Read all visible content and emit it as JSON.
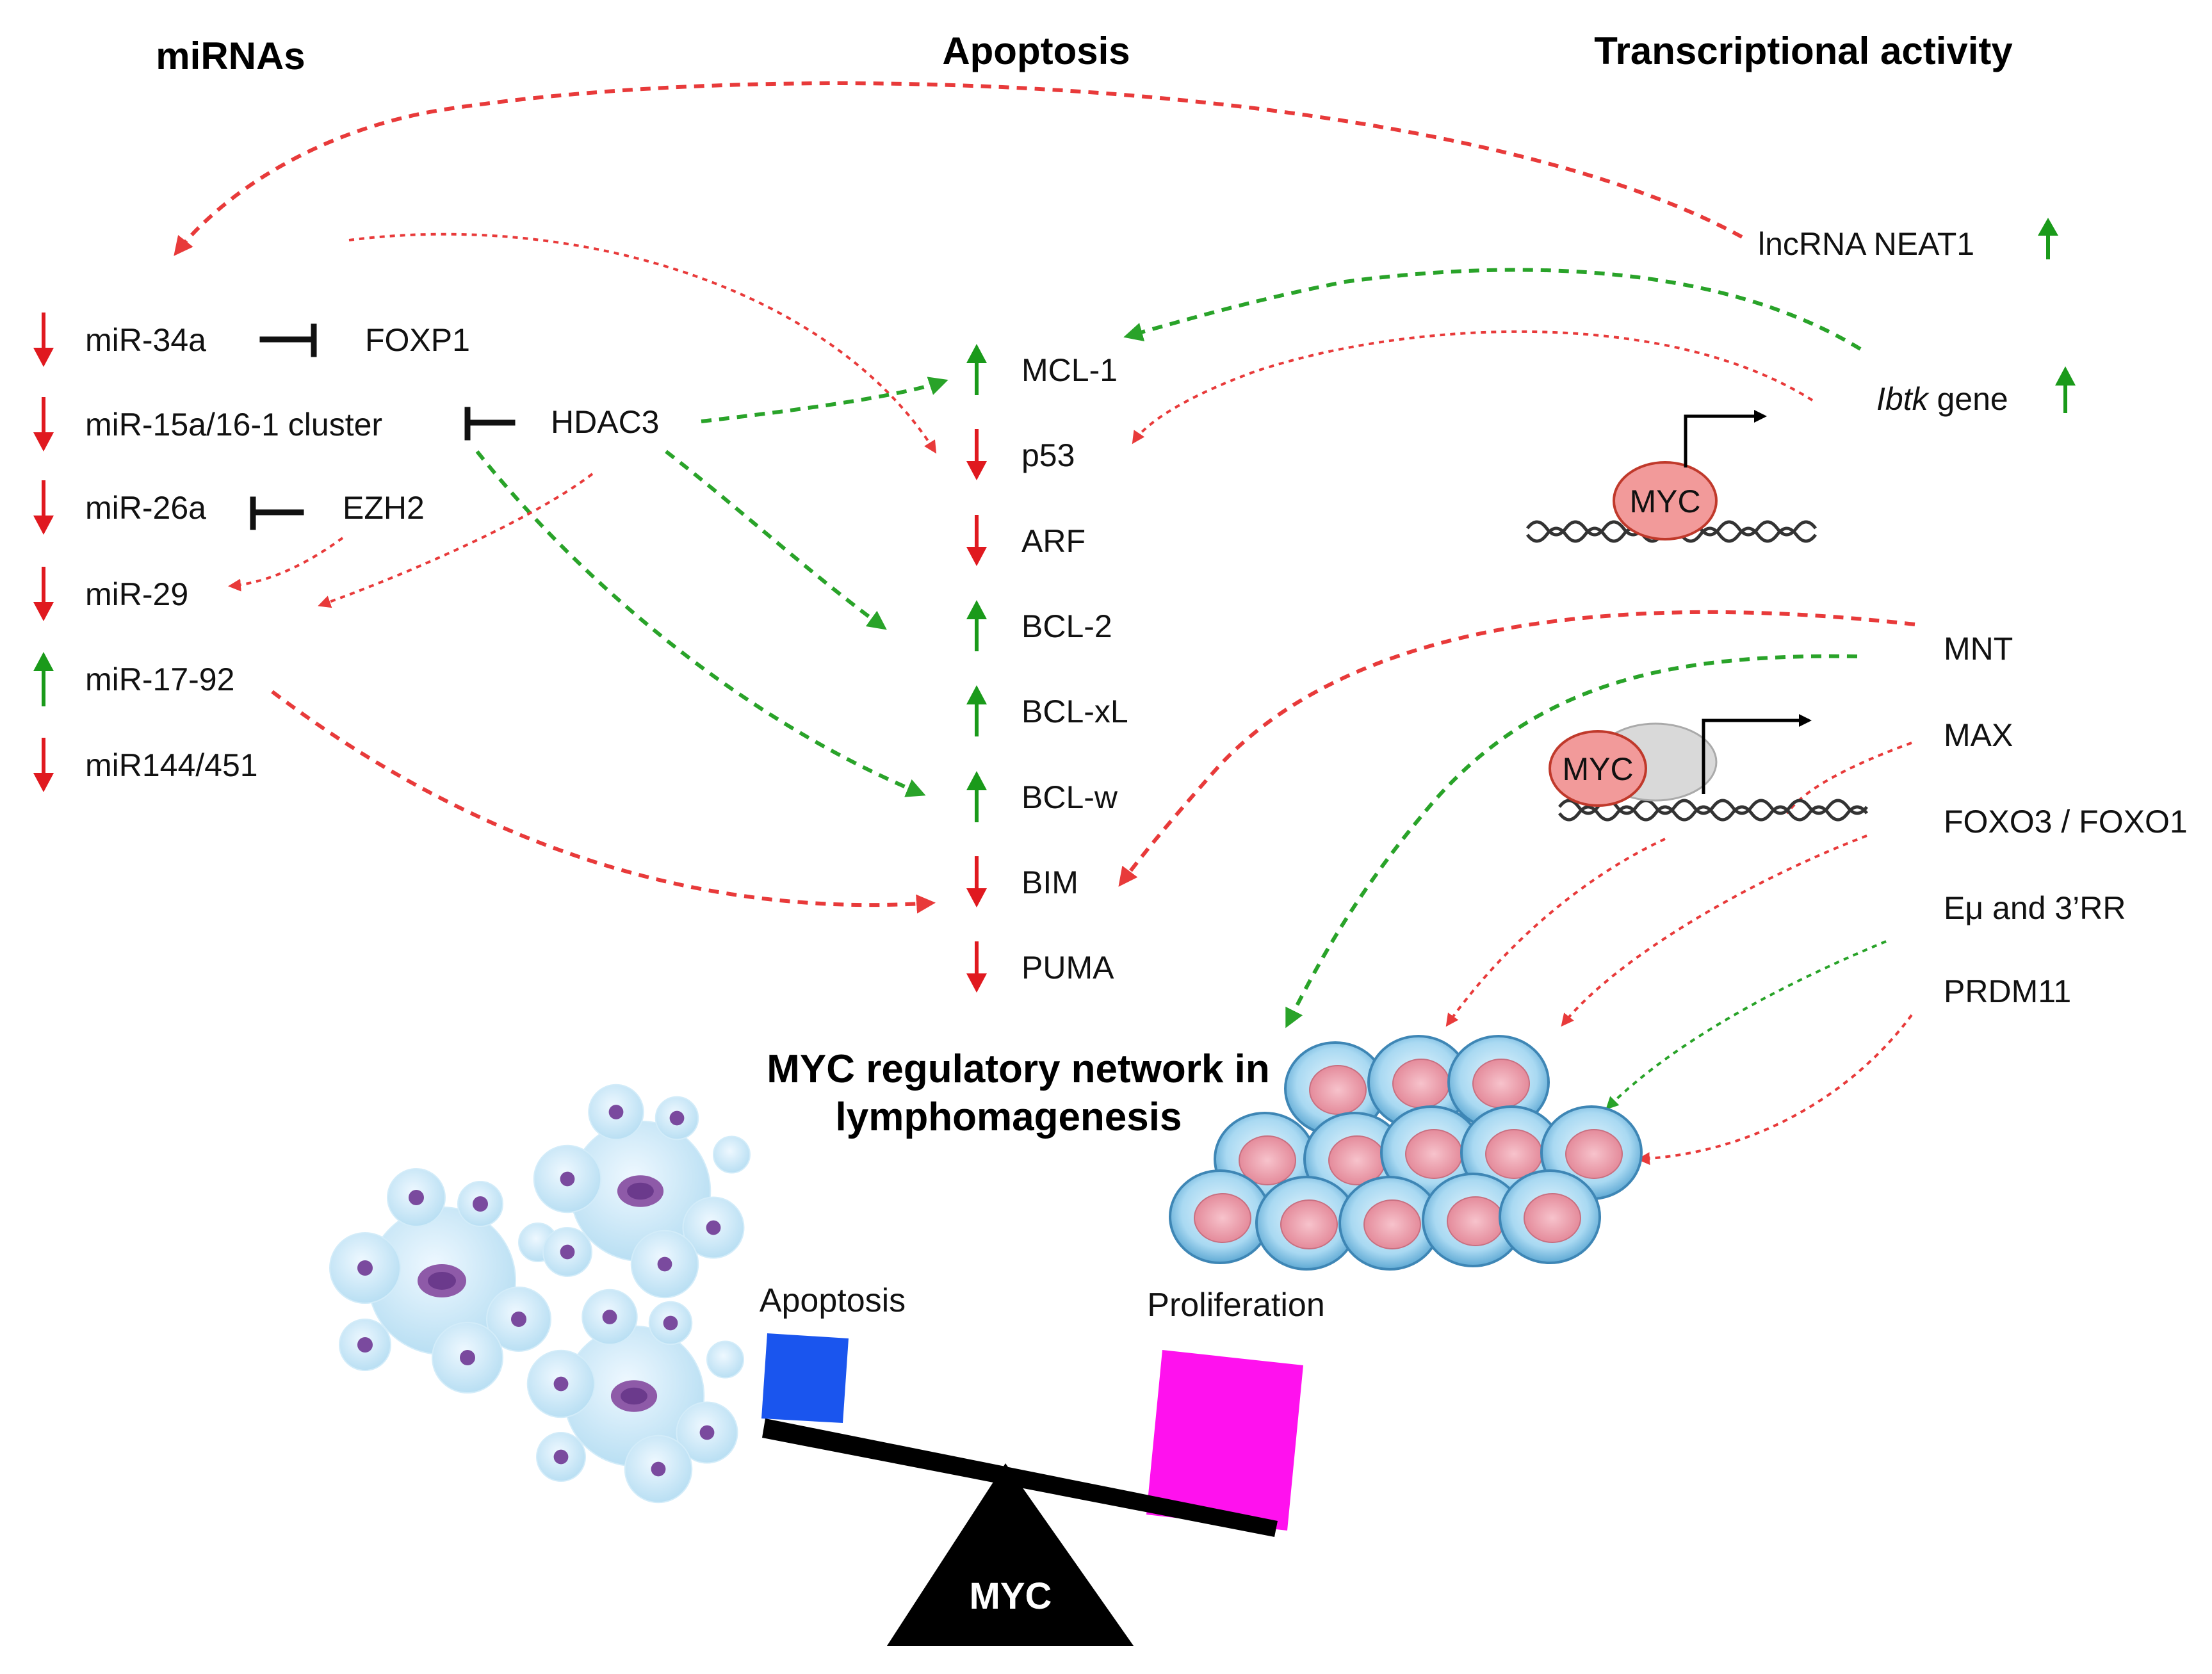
{
  "headers": {
    "mirnas": "miRNAs",
    "apoptosis": "Apoptosis",
    "transcriptional": "Transcriptional activity"
  },
  "mirnas": [
    {
      "label": "miR-34a",
      "trend": "down"
    },
    {
      "label": "miR-15a/16-1 cluster",
      "trend": "down"
    },
    {
      "label": "miR-26a",
      "trend": "down"
    },
    {
      "label": "miR-29",
      "trend": "down"
    },
    {
      "label": "miR-17-92",
      "trend": "up"
    },
    {
      "label": "miR144/451",
      "trend": "down"
    }
  ],
  "mirna_targets": {
    "foxp1": "FOXP1",
    "hdac3": "HDAC3",
    "ezh2": "EZH2"
  },
  "apoptosis_genes": [
    {
      "label": "MCL-1",
      "trend": "up"
    },
    {
      "label": "p53",
      "trend": "down"
    },
    {
      "label": "ARF",
      "trend": "down"
    },
    {
      "label": "BCL-2",
      "trend": "up"
    },
    {
      "label": "BCL-xL",
      "trend": "up"
    },
    {
      "label": "BCL-w",
      "trend": "up"
    },
    {
      "label": "BIM",
      "trend": "down"
    },
    {
      "label": "PUMA",
      "trend": "down"
    }
  ],
  "transcriptional": {
    "lncrna": "lncRNA NEAT1",
    "ibtk_italic": "Ibtk",
    "ibtk_rest": " gene",
    "myc_dna_label": "MYC",
    "myc_max_label": "MYC",
    "factors": [
      "MNT",
      "MAX",
      "FOXO3 / FOXO1",
      "Eμ and 3’RR",
      "PRDM11"
    ]
  },
  "network_title": {
    "line1": "MYC regulatory network in",
    "line2": "lymphomagenesis"
  },
  "balance": {
    "left_label": "Apoptosis",
    "right_label": "Proliferation",
    "fulcrum_label": "MYC"
  },
  "colors": {
    "up": "#1a9a1a",
    "down": "#e0191f",
    "green_link": "#29a329",
    "red_link": "#e83a3a",
    "apoptosis_box": "#1a55ee",
    "proliferation_box": "#ff11ee",
    "myc_ellipse": "#f29a9a",
    "max_ellipse": "#d9d9d9"
  }
}
